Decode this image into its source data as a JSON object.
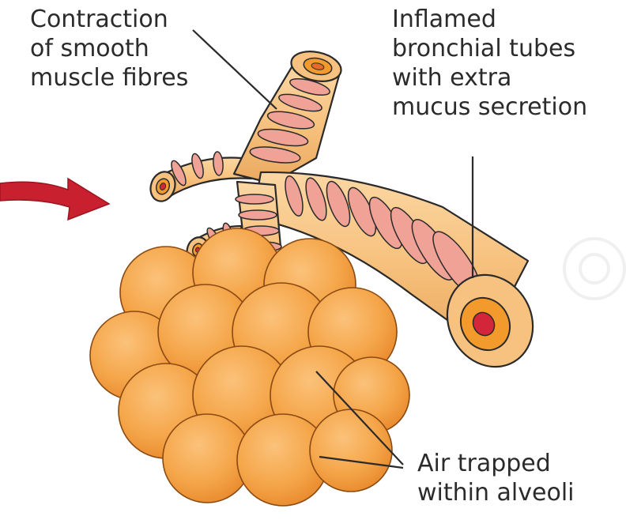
{
  "labels": {
    "contraction": {
      "lines": [
        "Contraction",
        "of smooth",
        "muscle fibres"
      ]
    },
    "inflamed": {
      "lines": [
        "Inflamed",
        "bronchial tubes",
        "with extra",
        "mucus secretion"
      ]
    },
    "air_trapped": {
      "lines": [
        "Air trapped",
        "within alveoli"
      ]
    }
  },
  "colors": {
    "tube_fill": "#f7c27f",
    "tube_band": "#f0a296",
    "alveoli_fill": "#f5a64a",
    "alveoli_dark": "#e8892c",
    "lumen_orange": "#f39a2c",
    "lumen_red": "#d4263a",
    "arrow_red": "#c8202e",
    "outline": "#2a2a2a"
  },
  "icons": {
    "arrow": "curved-arrow-icon",
    "watermark": "gear-watermark-icon"
  }
}
